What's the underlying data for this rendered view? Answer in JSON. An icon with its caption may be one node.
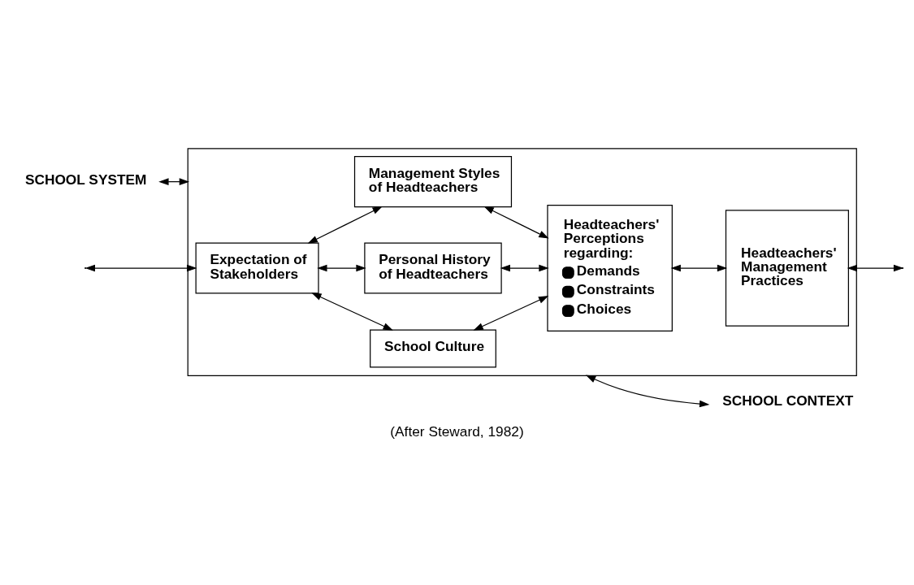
{
  "diagram": {
    "caption": "(After Steward, 1982)",
    "nodes": [
      {
        "text": [
          "SCHOOL SYSTEM"
        ]
      },
      {
        "text": [],
        "shape": "box"
      },
      {
        "text": [
          "School Culture"
        ],
        "in": 1
      },
      {
        "text": [
          "Expectation of Stakeholders"
        ],
        "in": 1
      },
      {
        "text": [
          "Personal History of Headteachers"
        ],
        "in": 1
      },
      {
        "text": [
          "Management Styles of Headteachers"
        ],
        "in": 1
      },
      {
        "text": [
          "Headteachers' Perceptions regarding:",
          "Demands",
          "Constraints",
          "Choices"
        ],
        "in": 1
      },
      {
        "text": [
          "Headteachers' Management Practices"
        ],
        "in": 1
      },
      {
        "text": [
          "SCHOOL CONTEXT"
        ]
      }
    ],
    "edges": [
      {
        "from": 0,
        "to": 1,
        "arrow": "both"
      },
      {
        "from": 3,
        "to": 2,
        "arrow": "both"
      },
      {
        "from": 3,
        "to": 4,
        "arrow": "both"
      },
      {
        "from": 3,
        "to": 5,
        "arrow": "both"
      },
      {
        "from": 2,
        "to": 6,
        "arrow": "both"
      },
      {
        "from": 4,
        "to": 6,
        "arrow": "both"
      },
      {
        "from": 5,
        "to": 6,
        "arrow": "both"
      },
      {
        "from": 6,
        "to": 7,
        "arrow": "both"
      },
      {
        "from": null,
        "to": 3,
        "arrow": "both"
      },
      {
        "from": 7,
        "to": null,
        "arrow": "both"
      },
      {
        "from": 1,
        "to": 8,
        "arrow": "both"
      }
    ]
  }
}
